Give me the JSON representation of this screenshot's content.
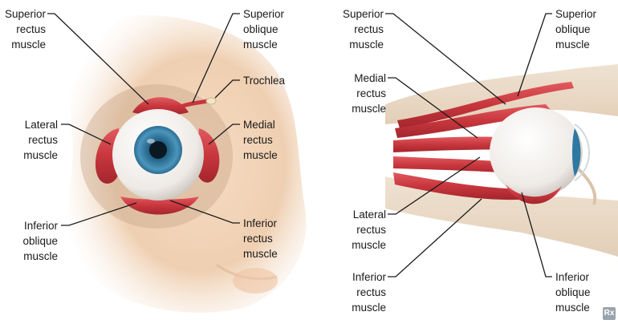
{
  "left_view": {
    "superior_rectus": [
      "Superior",
      "rectus",
      "muscle"
    ],
    "superior_oblique": [
      "Superior",
      "oblique",
      "muscle"
    ],
    "trochlea": [
      "Trochlea"
    ],
    "lateral_rectus": [
      "Lateral",
      "rectus",
      "muscle"
    ],
    "medial_rectus": [
      "Medial",
      "rectus",
      "muscle"
    ],
    "inferior_oblique": [
      "Inferior",
      "oblique",
      "muscle"
    ],
    "inferior_rectus": [
      "Inferior",
      "rectus",
      "muscle"
    ]
  },
  "right_view": {
    "superior_rectus": [
      "Superior",
      "rectus",
      "muscle"
    ],
    "superior_oblique": [
      "Superior",
      "oblique",
      "muscle"
    ],
    "medial_rectus": [
      "Medial",
      "rectus",
      "muscle"
    ],
    "lateral_rectus": [
      "Lateral",
      "rectus",
      "muscle"
    ],
    "inferior_rectus": [
      "Inferior",
      "rectus",
      "muscle"
    ],
    "inferior_oblique": [
      "Inferior",
      "oblique",
      "muscle"
    ]
  },
  "badge": "Rx",
  "colors": {
    "skin": "#f2d2b4",
    "muscle": "#c8363d",
    "iris": "#3f86ad",
    "leader": "#1a1a1a"
  }
}
